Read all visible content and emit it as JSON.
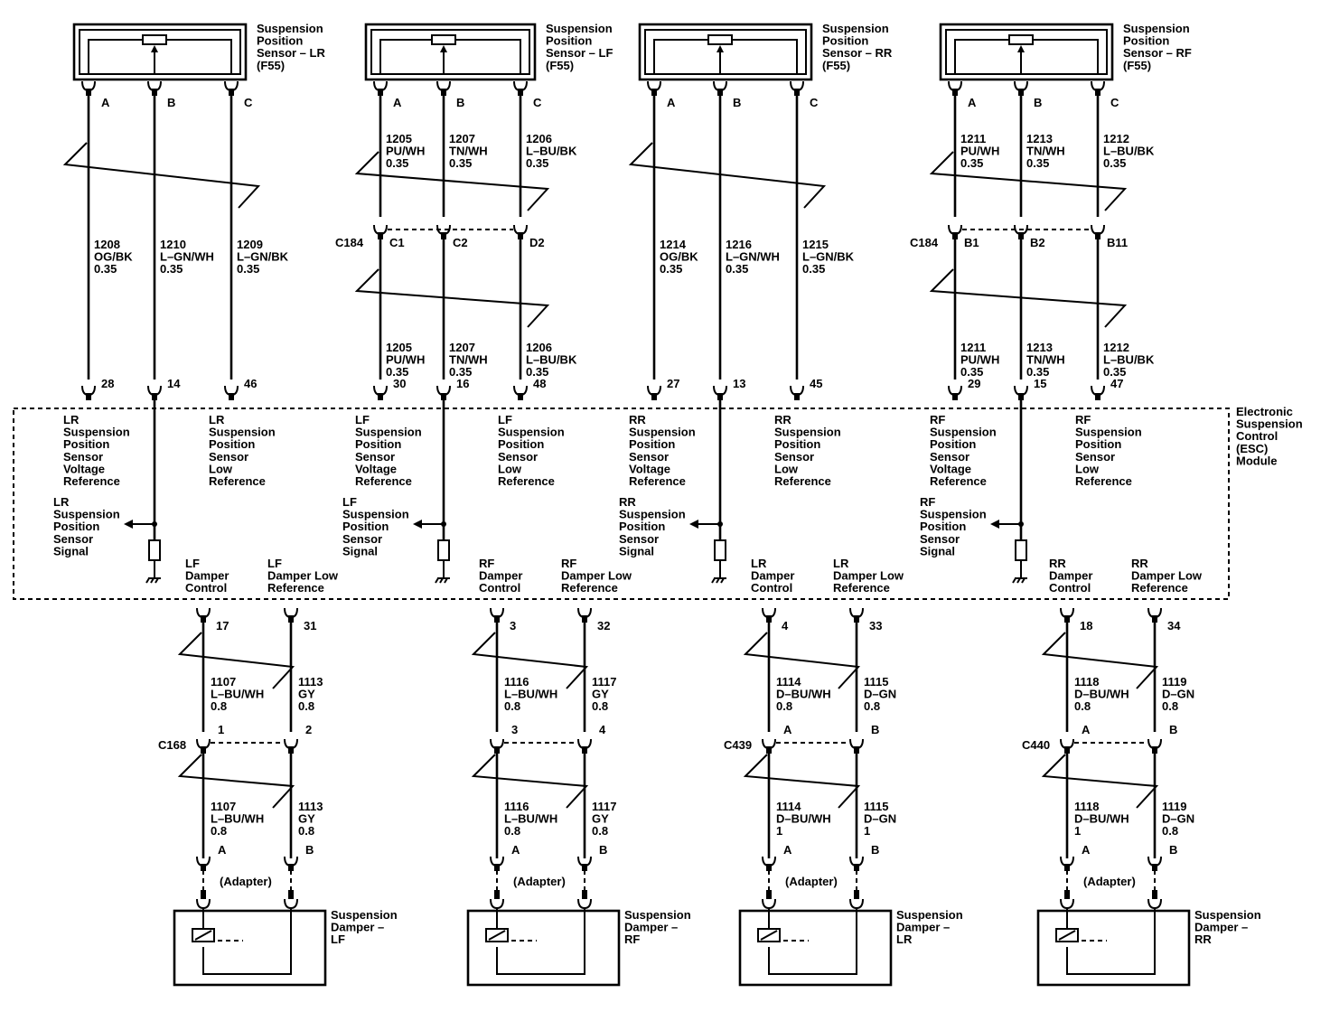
{
  "module": {
    "label": [
      "Electronic",
      "Suspension",
      "Control",
      "(ESC)",
      "Module"
    ]
  },
  "sensors": [
    {
      "label": [
        "Suspension",
        "Position",
        "Sensor – LR",
        "(F55)"
      ],
      "pins": [
        "A",
        "B",
        "C"
      ],
      "wires_upper": [
        {
          "circuit": "1208",
          "color": "OG/BK",
          "gauge": "0.35"
        },
        {
          "circuit": "1210",
          "color": "L–GN/WH",
          "gauge": "0.35"
        },
        {
          "circuit": "1209",
          "color": "L–GN/BK",
          "gauge": "0.35"
        }
      ],
      "connector": null,
      "wires_lower": null,
      "esc_pins": [
        "28",
        "14",
        "46"
      ],
      "esc_labels": [
        [
          "LR",
          "Suspension",
          "Position",
          "Sensor",
          "Voltage",
          "Reference"
        ],
        [
          "LR",
          "Suspension",
          "Position",
          "Sensor",
          "Low",
          "Reference"
        ]
      ],
      "signal_label": [
        "LR",
        "Suspension",
        "Position",
        "Sensor",
        "Signal"
      ]
    },
    {
      "label": [
        "Suspension",
        "Position",
        "Sensor – LF",
        "(F55)"
      ],
      "pins": [
        "A",
        "B",
        "C"
      ],
      "wires_upper": [
        {
          "circuit": "1205",
          "color": "PU/WH",
          "gauge": "0.35"
        },
        {
          "circuit": "1207",
          "color": "TN/WH",
          "gauge": "0.35"
        },
        {
          "circuit": "1206",
          "color": "L–BU/BK",
          "gauge": "0.35"
        }
      ],
      "connector": {
        "name": "C184",
        "pins": [
          "C1",
          "C2",
          "D2"
        ]
      },
      "wires_lower": [
        {
          "circuit": "1205",
          "color": "PU/WH",
          "gauge": "0.35"
        },
        {
          "circuit": "1207",
          "color": "TN/WH",
          "gauge": "0.35"
        },
        {
          "circuit": "1206",
          "color": "L–BU/BK",
          "gauge": "0.35"
        }
      ],
      "esc_pins": [
        "30",
        "16",
        "48"
      ],
      "esc_labels": [
        [
          "LF",
          "Suspension",
          "Position",
          "Sensor",
          "Voltage",
          "Reference"
        ],
        [
          "LF",
          "Suspension",
          "Position",
          "Sensor",
          "Low",
          "Reference"
        ]
      ],
      "signal_label": [
        "LF",
        "Suspension",
        "Position",
        "Sensor",
        "Signal"
      ]
    },
    {
      "label": [
        "Suspension",
        "Position",
        "Sensor – RR",
        "(F55)"
      ],
      "pins": [
        "A",
        "B",
        "C"
      ],
      "wires_upper": [
        {
          "circuit": "1214",
          "color": "OG/BK",
          "gauge": "0.35"
        },
        {
          "circuit": "1216",
          "color": "L–GN/WH",
          "gauge": "0.35"
        },
        {
          "circuit": "1215",
          "color": "L–GN/BK",
          "gauge": "0.35"
        }
      ],
      "connector": null,
      "wires_lower": null,
      "esc_pins": [
        "27",
        "13",
        "45"
      ],
      "esc_labels": [
        [
          "RR",
          "Suspension",
          "Position",
          "Sensor",
          "Voltage",
          "Reference"
        ],
        [
          "RR",
          "Suspension",
          "Position",
          "Sensor",
          "Low",
          "Reference"
        ]
      ],
      "signal_label": [
        "RR",
        "Suspension",
        "Position",
        "Sensor",
        "Signal"
      ]
    },
    {
      "label": [
        "Suspension",
        "Position",
        "Sensor – RF",
        "(F55)"
      ],
      "pins": [
        "A",
        "B",
        "C"
      ],
      "wires_upper": [
        {
          "circuit": "1211",
          "color": "PU/WH",
          "gauge": "0.35"
        },
        {
          "circuit": "1213",
          "color": "TN/WH",
          "gauge": "0.35"
        },
        {
          "circuit": "1212",
          "color": "L–BU/BK",
          "gauge": "0.35"
        }
      ],
      "connector": {
        "name": "C184",
        "pins": [
          "B1",
          "B2",
          "B11"
        ]
      },
      "wires_lower": [
        {
          "circuit": "1211",
          "color": "PU/WH",
          "gauge": "0.35"
        },
        {
          "circuit": "1213",
          "color": "TN/WH",
          "gauge": "0.35"
        },
        {
          "circuit": "1212",
          "color": "L–BU/BK",
          "gauge": "0.35"
        }
      ],
      "esc_pins": [
        "29",
        "15",
        "47"
      ],
      "esc_labels": [
        [
          "RF",
          "Suspension",
          "Position",
          "Sensor",
          "Voltage",
          "Reference"
        ],
        [
          "RF",
          "Suspension",
          "Position",
          "Sensor",
          "Low",
          "Reference"
        ]
      ],
      "signal_label": [
        "RF",
        "Suspension",
        "Position",
        "Sensor",
        "Signal"
      ]
    }
  ],
  "dampers": [
    {
      "labels": [
        [
          "LF",
          "Damper",
          "Control"
        ],
        [
          "LF",
          "Damper Low",
          "Reference"
        ]
      ],
      "esc_pins": [
        "17",
        "31"
      ],
      "wires_upper": [
        {
          "circuit": "1107",
          "color": "L–BU/WH",
          "gauge": "0.8"
        },
        {
          "circuit": "1113",
          "color": "GY",
          "gauge": "0.8"
        }
      ],
      "connector": {
        "name": "C168",
        "pins": [
          "1",
          "2"
        ]
      },
      "wires_lower": [
        {
          "circuit": "1107",
          "color": "L–BU/WH",
          "gauge": "0.8"
        },
        {
          "circuit": "1113",
          "color": "GY",
          "gauge": "0.8"
        }
      ],
      "adapter_pins": [
        "A",
        "B"
      ],
      "adapter_label": "(Adapter)",
      "device_label": [
        "Suspension",
        "Damper –",
        "LF"
      ]
    },
    {
      "labels": [
        [
          "RF",
          "Damper",
          "Control"
        ],
        [
          "RF",
          "Damper Low",
          "Reference"
        ]
      ],
      "esc_pins": [
        "3",
        "32"
      ],
      "wires_upper": [
        {
          "circuit": "1116",
          "color": "L–BU/WH",
          "gauge": "0.8"
        },
        {
          "circuit": "1117",
          "color": "GY",
          "gauge": "0.8"
        }
      ],
      "connector": {
        "name": "",
        "pins": [
          "3",
          "4"
        ]
      },
      "wires_lower": [
        {
          "circuit": "1116",
          "color": "L–BU/WH",
          "gauge": "0.8"
        },
        {
          "circuit": "1117",
          "color": "GY",
          "gauge": "0.8"
        }
      ],
      "adapter_pins": [
        "A",
        "B"
      ],
      "adapter_label": "(Adapter)",
      "device_label": [
        "Suspension",
        "Damper –",
        "RF"
      ]
    },
    {
      "labels": [
        [
          "LR",
          "Damper",
          "Control"
        ],
        [
          "LR",
          "Damper Low",
          "Reference"
        ]
      ],
      "esc_pins": [
        "4",
        "33"
      ],
      "wires_upper": [
        {
          "circuit": "1114",
          "color": "D–BU/WH",
          "gauge": "0.8"
        },
        {
          "circuit": "1115",
          "color": "D–GN",
          "gauge": "0.8"
        }
      ],
      "connector": {
        "name": "C439",
        "pins": [
          "A",
          "B"
        ]
      },
      "wires_lower": [
        {
          "circuit": "1114",
          "color": "D–BU/WH",
          "gauge": "1"
        },
        {
          "circuit": "1115",
          "color": "D–GN",
          "gauge": "1"
        }
      ],
      "adapter_pins": [
        "A",
        "B"
      ],
      "adapter_label": "(Adapter)",
      "device_label": [
        "Suspension",
        "Damper –",
        "LR"
      ]
    },
    {
      "labels": [
        [
          "RR",
          "Damper",
          "Control"
        ],
        [
          "RR",
          "Damper Low",
          "Reference"
        ]
      ],
      "esc_pins": [
        "18",
        "34"
      ],
      "wires_upper": [
        {
          "circuit": "1118",
          "color": "D–BU/WH",
          "gauge": "0.8"
        },
        {
          "circuit": "1119",
          "color": "D–GN",
          "gauge": "0.8"
        }
      ],
      "connector": {
        "name": "C440",
        "pins": [
          "A",
          "B"
        ]
      },
      "wires_lower": [
        {
          "circuit": "1118",
          "color": "D–BU/WH",
          "gauge": "1"
        },
        {
          "circuit": "1119",
          "color": "D–GN",
          "gauge": "0.8"
        }
      ],
      "adapter_pins": [
        "A",
        "B"
      ],
      "adapter_label": "(Adapter)",
      "device_label": [
        "Suspension",
        "Damper –",
        "RR"
      ]
    }
  ]
}
